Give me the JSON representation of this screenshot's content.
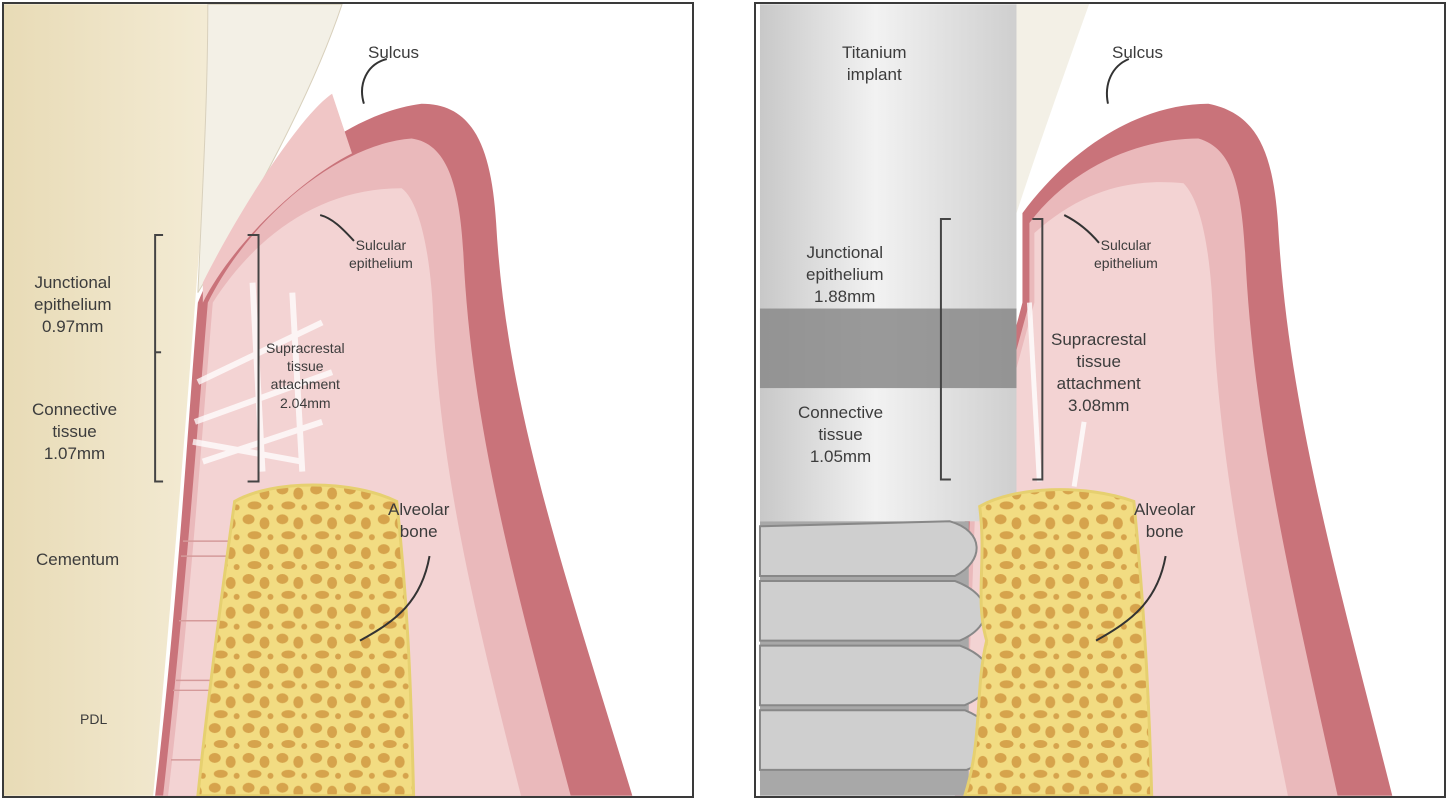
{
  "left_panel": {
    "sulcus": "Sulcus",
    "sulcular_epithelium": [
      "Sulcular",
      "epithelium"
    ],
    "junctional_epithelium": [
      "Junctional",
      "epithelium",
      "0.97mm"
    ],
    "connective_tissue": [
      "Connective",
      "tissue",
      "1.07mm"
    ],
    "supracrestal_attachment": [
      "Supracrestal",
      "tissue",
      "attachment",
      "2.04mm"
    ],
    "alveolar_bone": [
      "Alveolar",
      "bone"
    ],
    "cementum": "Cementum",
    "pdl": "PDL"
  },
  "right_panel": {
    "titanium_implant": [
      "Titanium",
      "implant"
    ],
    "sulcus": "Sulcus",
    "sulcular_epithelium": [
      "Sulcular",
      "epithelium"
    ],
    "junctional_epithelium": [
      "Junctional",
      "epithelium",
      "1.88mm"
    ],
    "connective_tissue": [
      "Connective",
      "tissue",
      "1.05mm"
    ],
    "supracrestal_attachment": [
      "Supracrestal",
      "tissue",
      "attachment",
      "3.08mm"
    ],
    "alveolar_bone": [
      "Alveolar",
      "bone"
    ]
  },
  "colors": {
    "root": "#efe4c6",
    "enamel": "#f3f0e6",
    "gingiva_light": "#f3d3d3",
    "gingiva_mid": "#eab9bb",
    "gingiva_dark": "#c9737a",
    "bone": "#f2dc82",
    "bone_pores": "#d6a34c",
    "titanium": "#d9d9d9",
    "titanium_band": "#8a8a8a"
  }
}
